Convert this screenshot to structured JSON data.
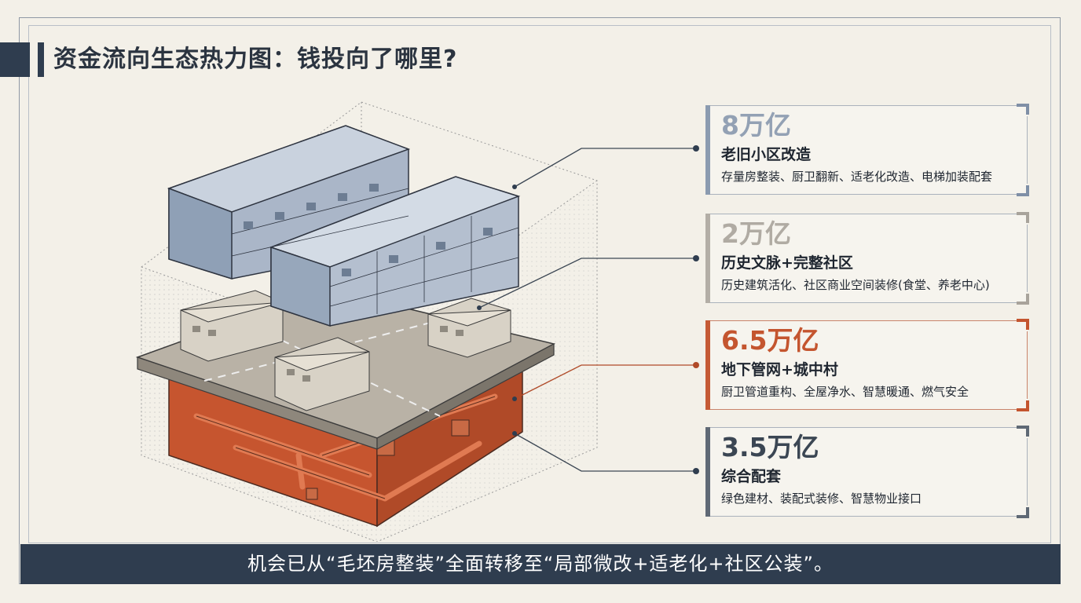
{
  "title": "资金流向生态热力图：钱投向了哪里?",
  "cards": [
    {
      "value": "8万亿",
      "category": "老旧小区改造",
      "detail": "存量房整装、厨卫翻新、适老化改造、电梯加装配套"
    },
    {
      "value": "2万亿",
      "category": "历史文脉+完整社区",
      "detail": "历史建筑活化、社区商业空间装修(食堂、养老中心)"
    },
    {
      "value": "6.5万亿",
      "category": "地下管网+城中村",
      "detail": "厨卫管道重构、全屋净水、智慧暖通、燃气安全"
    },
    {
      "value": "3.5万亿",
      "category": "综合配套",
      "detail": "绿色建材、装配式装修、智慧物业接口"
    }
  ],
  "footer": "机会已从“毛坯房整装”全面转移至“局部微改+适老化+社区公装”。",
  "colors": {
    "navy": "#2f3d4f",
    "blue_grey": "#93a1b4",
    "warm_grey": "#b0aba3",
    "terracotta": "#c4552f",
    "slate": "#3b4653"
  }
}
